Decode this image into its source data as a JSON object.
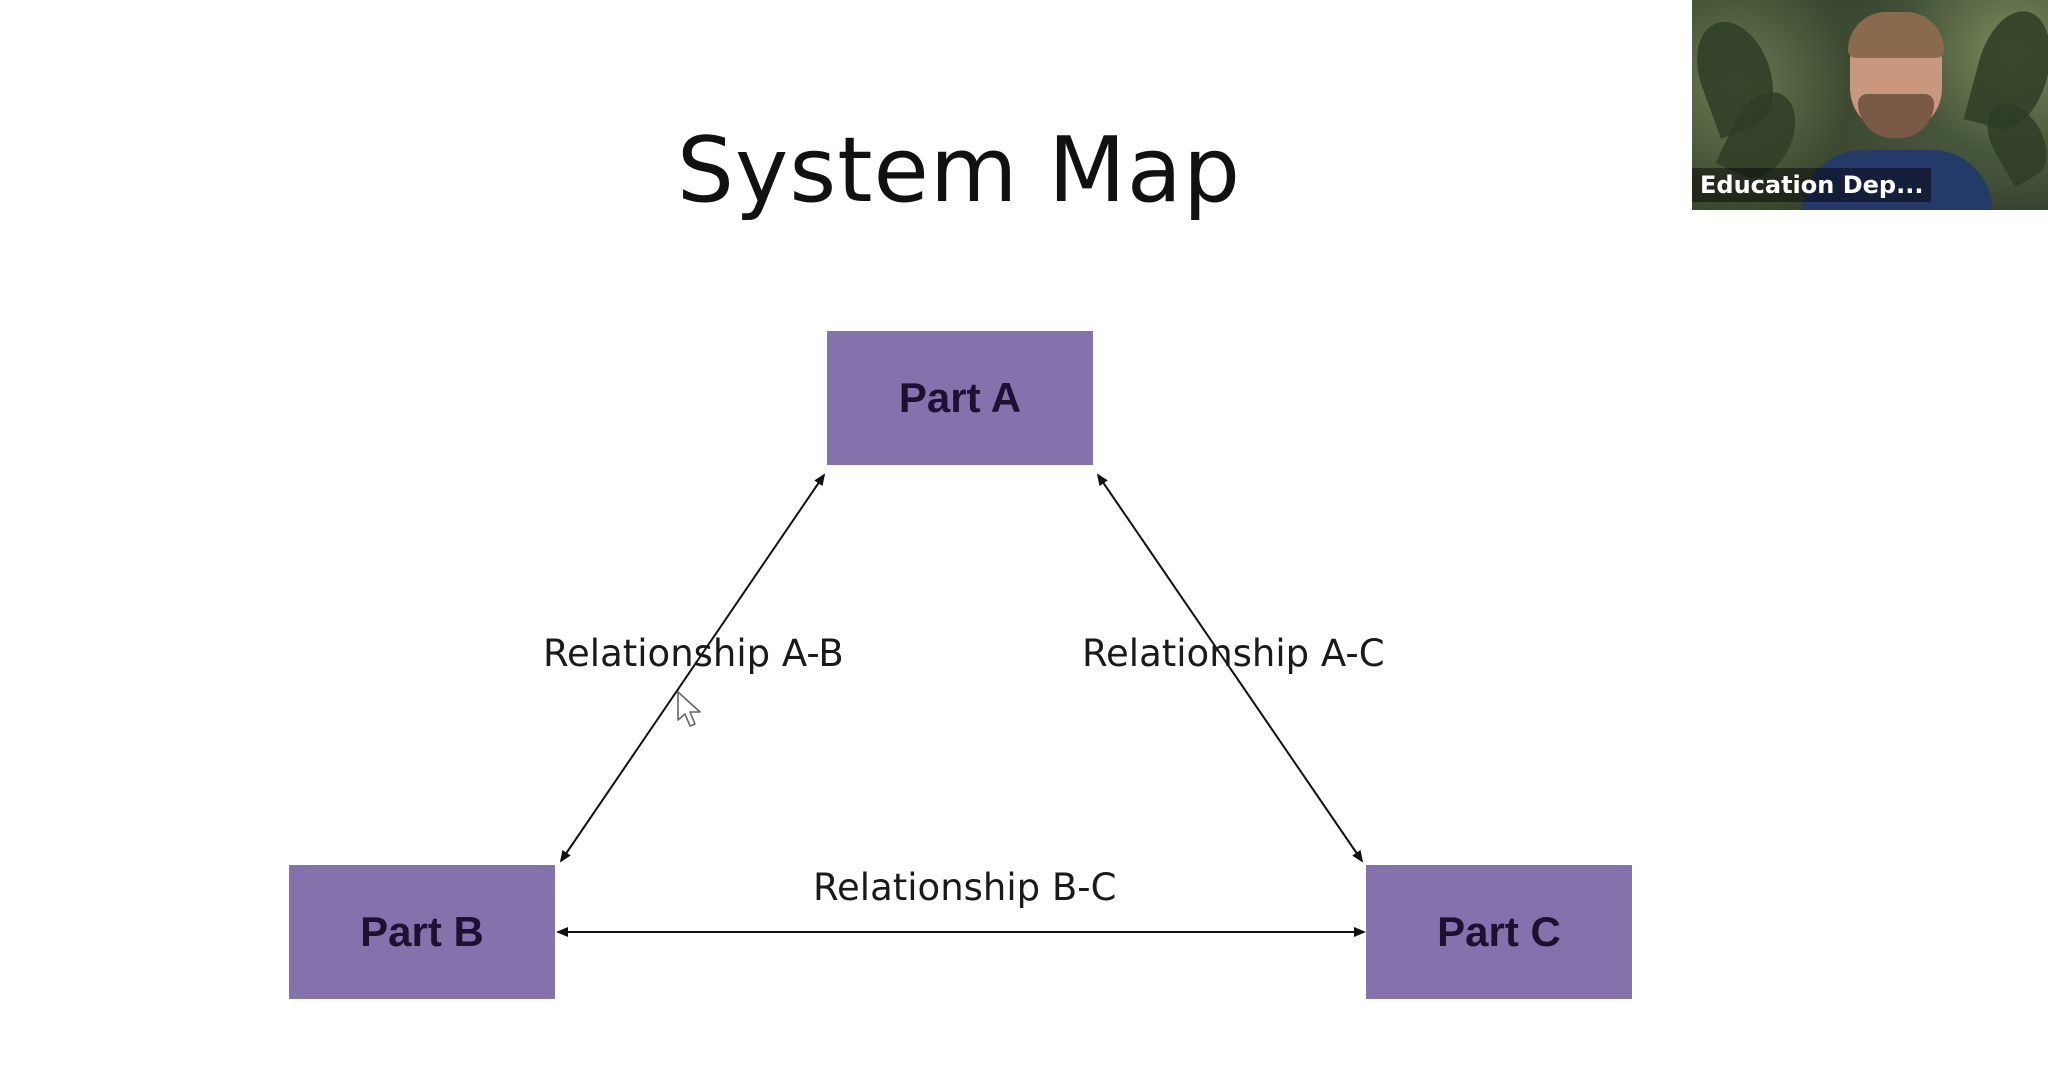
{
  "slide": {
    "title": "System Map",
    "node_color": "#8472ad",
    "arrow_color": "#111111",
    "nodes": {
      "a": {
        "label": "Part A"
      },
      "b": {
        "label": "Part B"
      },
      "c": {
        "label": "Part C"
      }
    },
    "relationships": {
      "ab": {
        "label": "Relationship A-B"
      },
      "ac": {
        "label": "Relationship A-C"
      },
      "bc": {
        "label": "Relationship B-C"
      }
    }
  },
  "video": {
    "participant_name": "Education Dep..."
  },
  "icons": {
    "cursor": "mouse-pointer-icon"
  }
}
